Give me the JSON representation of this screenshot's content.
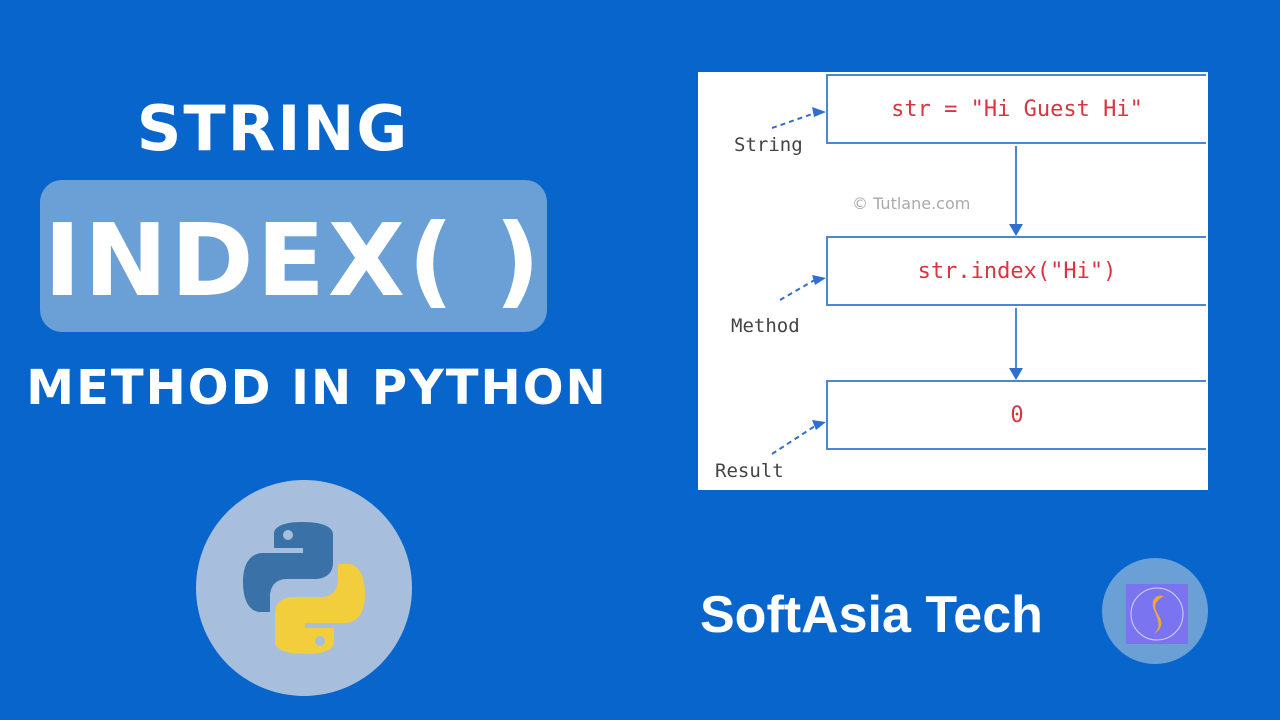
{
  "title": {
    "line1": "STRING",
    "highlight": "INDEX( )",
    "line3": "METHOD IN PYTHON"
  },
  "diagram": {
    "boxes": [
      "str = \"Hi Guest Hi\"",
      "str.index(\"Hi\")",
      "0"
    ],
    "labels": [
      "String",
      "Method",
      "Result"
    ],
    "watermark": "© Tutlane.com"
  },
  "brand": {
    "name": "SoftAsia Tech",
    "logo_text": "S"
  },
  "icons": {
    "python": "python-logo-icon",
    "brand": "softasia-logo-icon"
  },
  "colors": {
    "background": "#0865cc",
    "code": "#d9343f",
    "arrow": "#2f6fd0"
  }
}
